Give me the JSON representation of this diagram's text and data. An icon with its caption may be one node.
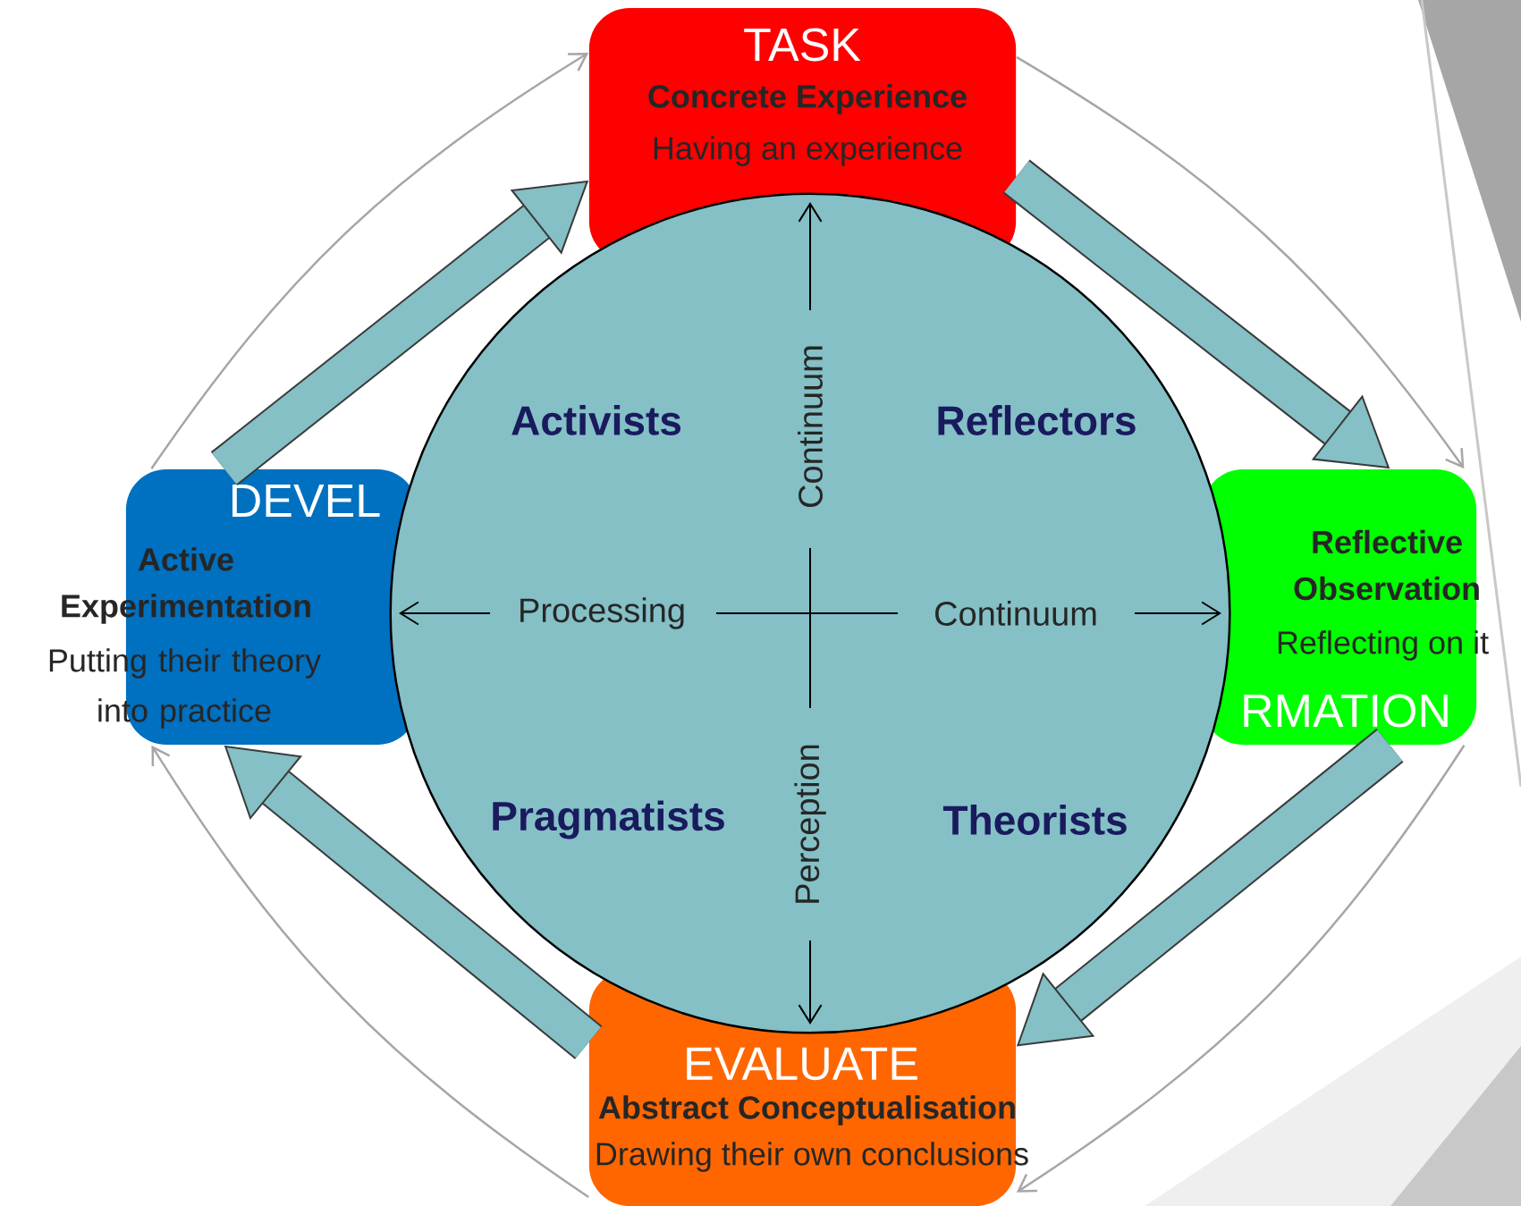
{
  "diagram": {
    "nodes": [
      {
        "text": [
          "TASK",
          "Concrete Experience",
          "Having an experience"
        ]
      },
      {
        "text": [
          "DEVEL",
          "Active Experimentation",
          "Putting their theory into practice"
        ]
      },
      {
        "text": [
          "Activists",
          "Reflectors",
          "Pragmatists",
          "Theorists"
        ]
      },
      {
        "text": [
          "Reflective Observation",
          "Reflecting on it",
          "RMATION"
        ]
      },
      {
        "text": [
          "EVALUATE",
          "Abstract Conceptualisation",
          "Drawing their own conclusions"
        ]
      }
    ],
    "edges": [
      {
        "from": 1,
        "to": 0,
        "arrow": "to",
        "style": "thick"
      },
      {
        "from": 0,
        "to": 3,
        "arrow": "to",
        "style": "thick"
      },
      {
        "from": 3,
        "to": 4,
        "arrow": "to",
        "style": "thick"
      },
      {
        "from": 4,
        "to": 1,
        "arrow": "to",
        "style": "thick"
      },
      {
        "from": 1,
        "to": 0,
        "arrow": "to",
        "color": "#a6a6a6"
      },
      {
        "from": 0,
        "to": 3,
        "arrow": "to",
        "color": "#a6a6a6"
      },
      {
        "from": 3,
        "to": 4,
        "arrow": "to",
        "color": "#a6a6a6"
      },
      {
        "from": 4,
        "to": 1,
        "arrow": "to",
        "color": "#a6a6a6"
      }
    ],
    "labels": [
      "Continuum",
      "Processing",
      "Continuum",
      "Perception"
    ]
  }
}
